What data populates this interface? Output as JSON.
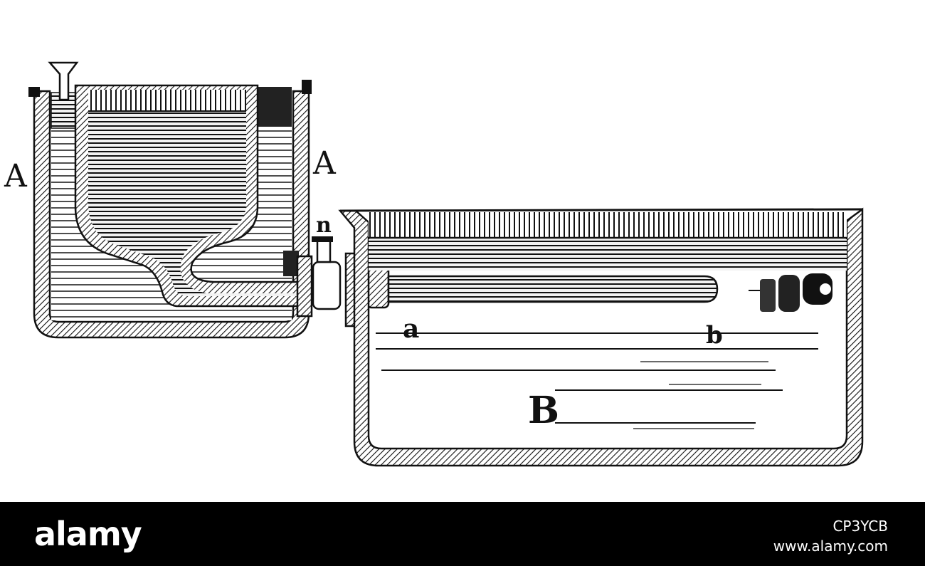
{
  "diagram": {
    "labels": {
      "vessel_a_left": "A",
      "vessel_a_right": "A",
      "tap": "n",
      "tube_start": "a",
      "tube_end": "b",
      "vessel_b": "B"
    }
  },
  "watermark": {
    "brand": "alamy",
    "image_id": "CP3YCB",
    "url": "www.alamy.com"
  },
  "colors": {
    "ink": "#111111",
    "background": "#ffffff",
    "footer": "#000000"
  }
}
